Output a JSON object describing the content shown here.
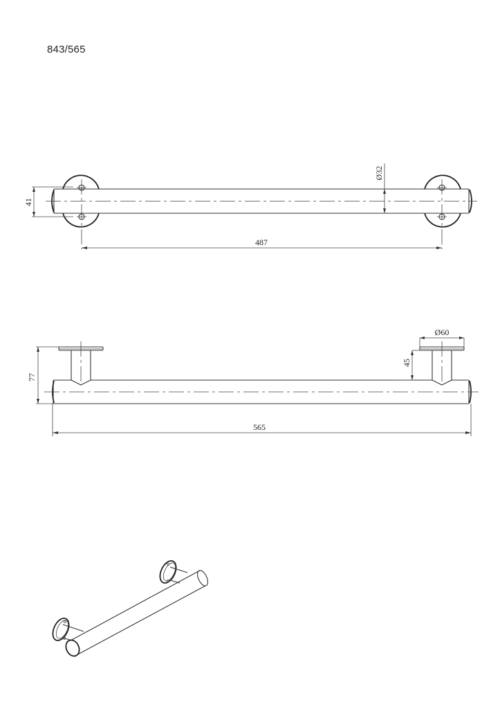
{
  "document": {
    "model_code": "843/565"
  },
  "top_view": {
    "title": "top-view",
    "dimensions": {
      "height": "41",
      "tube_diameter": "Ø32",
      "mount_spacing": "487"
    }
  },
  "side_view": {
    "title": "side-view",
    "dimensions": {
      "projection": "77",
      "flange_diameter": "Ø60",
      "standoff": "45",
      "overall_length": "565"
    }
  },
  "isometric_view": {
    "title": "isometric-view",
    "description": "grab bar with two round wall flanges"
  },
  "colors": {
    "line": "#333333",
    "background": "#ffffff"
  }
}
